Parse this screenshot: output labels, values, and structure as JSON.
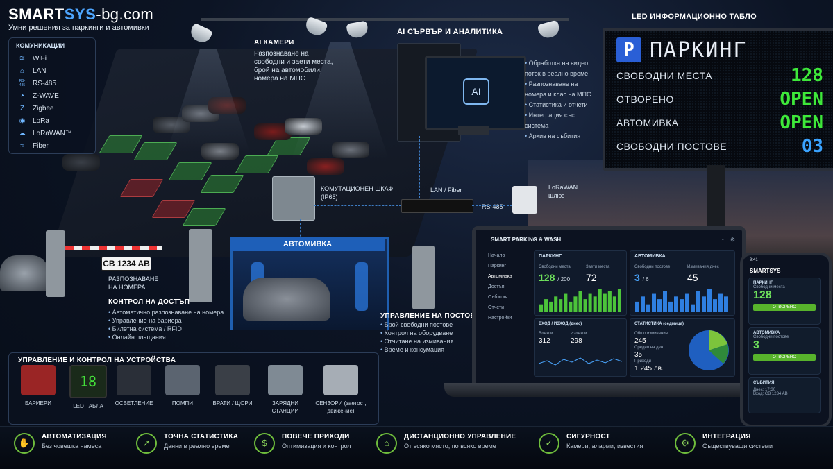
{
  "brand": {
    "name_main": "SMART",
    "name_accent": "SYS",
    "name_suffix": "-bg.com",
    "tagline": "Умни решения за паркинги и автомивки"
  },
  "communications": {
    "title": "КОМУНИКАЦИИ",
    "items": [
      {
        "label": "WiFi",
        "icon": "wifi-icon",
        "glyph": "≋"
      },
      {
        "label": "LAN",
        "icon": "lan-icon",
        "glyph": "⌂"
      },
      {
        "label": "RS-485",
        "icon": "rs485-icon",
        "glyph": "RS-485"
      },
      {
        "label": "Z-WAVE",
        "icon": "zwave-icon",
        "glyph": "◔"
      },
      {
        "label": "Zigbee",
        "icon": "zigbee-icon",
        "glyph": "Z"
      },
      {
        "label": "LoRa",
        "icon": "lora-icon",
        "glyph": "◉"
      },
      {
        "label": "LoRaWAN™",
        "icon": "lorawan-icon",
        "glyph": "☁"
      },
      {
        "label": "Fiber",
        "icon": "fiber-icon",
        "glyph": "≈"
      }
    ]
  },
  "ai_cameras": {
    "title": "AI КАМЕРИ",
    "desc": [
      "Разпознаване на",
      "свободни и заети места,",
      "брой на автомобили,",
      "номера на МПС"
    ]
  },
  "ai_server": {
    "title": "AI СЪРВЪР И АНАЛИТИКА",
    "screen_label": "AI",
    "bullets": [
      "Обработка на видео поток в реално време",
      "Разпознаване на номера и клас на МПС",
      "Статистика и отчети",
      "Интеграция със система",
      "Архив на събития"
    ]
  },
  "led_board": {
    "title": "LED ИНФОРМАЦИОННО ТАБЛО",
    "p_letter": "P",
    "header": "ПАРКИНГ",
    "rows": [
      {
        "label": "СВОБОДНИ МЕСТА",
        "value": "128",
        "color": "#3ee83a"
      },
      {
        "label": "ОТВОРЕНО",
        "value": "OPEN",
        "color": "#3ee83a"
      },
      {
        "label": "АВТОМИВКА",
        "value": "OPEN",
        "color": "#3ee83a"
      },
      {
        "label": "СВОБОДНИ ПОСТОВЕ",
        "value": "03",
        "color": "#3aa3ff"
      }
    ]
  },
  "network": {
    "cabinet_label": [
      "КОМУТАЦИОНЕН ШКАФ",
      "(IP65)"
    ],
    "lan_label": "LAN / Fiber",
    "rs485_label": "RS-485",
    "gateway_label": [
      "LoRaWAN",
      "шлюз"
    ]
  },
  "plate": {
    "number": "CB 1234 AB",
    "caption": [
      "РАЗПОЗНАВАНЕ",
      "НА НОМЕРА"
    ]
  },
  "access": {
    "title": "КОНТРОЛ НА ДОСТЪП",
    "bullets": [
      "Автоматично разпознаване на номера",
      "Управление на бариера",
      "Билетна система / RFID",
      "Онлайн плащания"
    ]
  },
  "car_wash": {
    "title": "АВТОМИВКА"
  },
  "posts": {
    "title": "УПРАВЛЕНИЕ НА ПОСТОВЕ",
    "bullets": [
      "Брой свободни постове",
      "Контрол на оборудване",
      "Отчитане на измивания",
      "Време и консумация"
    ]
  },
  "devices": {
    "title": "УПРАВЛЕНИЕ И КОНТРОЛ НА УСТРОЙСТВА",
    "items": [
      {
        "label": "БАРИЕРИ",
        "icon": "barrier-icon"
      },
      {
        "label": "LED ТАБЛА",
        "icon": "led-display-icon",
        "display": "18"
      },
      {
        "label": "ОСВЕТЛЕНИЕ",
        "icon": "light-icon"
      },
      {
        "label": "ПОМПИ",
        "icon": "pump-icon"
      },
      {
        "label": "ВРАТИ / ЩОРИ",
        "icon": "door-icon"
      },
      {
        "label": "ЗАРЯДНИ СТАНЦИИ",
        "icon": "charger-icon"
      },
      {
        "label": "СЕНЗОРИ (заетост, движение)",
        "icon": "sensor-icon"
      }
    ]
  },
  "laptop": {
    "app_title": "SMART PARKING & WASH",
    "nav": [
      "Начало",
      "Паркинг",
      "Автомивка",
      "Достъп",
      "Събития",
      "Отчети",
      "Настройки"
    ],
    "parking": {
      "title": "ПАРКИНГ",
      "free_label": "Свободни места",
      "free_value": "128",
      "free_total": "/ 200",
      "busy_label": "Заети места",
      "busy_value": "72",
      "bars": [
        3,
        5,
        4,
        6,
        5,
        7,
        4,
        6,
        8,
        5,
        7,
        6,
        9,
        7,
        8,
        6,
        9
      ]
    },
    "wash": {
      "title": "АВТОМИВКА",
      "free_label": "Свободни постове",
      "free_value": "3",
      "free_total": "/ 6",
      "today_label": "Измивания днес",
      "today_value": "45",
      "bars": [
        4,
        6,
        3,
        7,
        5,
        8,
        4,
        6,
        5,
        7,
        3,
        8,
        6,
        9,
        5,
        7,
        6
      ]
    },
    "access": {
      "title": "ВХОД / ИЗХОД (днес)",
      "in_label": "Влезли",
      "in_value": "312",
      "out_label": "Излезли",
      "out_value": "298"
    },
    "stats": {
      "title": "СТАТИСТИКА (седмица)",
      "washes_label": "Общо измивания",
      "washes_value": "245",
      "avg_label": "Средно на ден",
      "avg_value": "35",
      "revenue_label": "Приходи",
      "revenue_value": "1 245 лв."
    }
  },
  "phone": {
    "time": "9:41",
    "brand": "SMARTSYS",
    "parking": {
      "title": "ПАРКИНГ",
      "free_label": "Свободни места",
      "value": "128",
      "status": "ОТВОРЕНО"
    },
    "wash": {
      "title": "АВТОМИВКА",
      "free_label": "Свободни постове",
      "value": "3",
      "status": "ОТВОРЕНО"
    },
    "events": {
      "title": "СЪБИТИЯ",
      "line1": "Днес: 17:30",
      "line2": "Вход: CB 1234 AB"
    }
  },
  "footer": [
    {
      "title": "АВТОМАТИЗАЦИЯ",
      "sub": "Без човешка намеса",
      "icon": "automation-icon",
      "glyph": "✋"
    },
    {
      "title": "ТОЧНА СТАТИСТИКА",
      "sub": "Данни в реално време",
      "icon": "chart-icon",
      "glyph": "↗"
    },
    {
      "title": "ПОВЕЧЕ ПРИХОДИ",
      "sub": "Оптимизация и контрол",
      "icon": "revenue-icon",
      "glyph": "$"
    },
    {
      "title": "ДИСТАНЦИОННО УПРАВЛЕНИЕ",
      "sub": "От всяко място, по всяко време",
      "icon": "remote-icon",
      "glyph": "⌂"
    },
    {
      "title": "СИГУРНОСТ",
      "sub": "Камери, аларми, известия",
      "icon": "shield-icon",
      "glyph": "✓"
    },
    {
      "title": "ИНТЕГРАЦИЯ",
      "sub": "Съществуващи системи",
      "icon": "integration-icon",
      "glyph": "⚙"
    }
  ]
}
